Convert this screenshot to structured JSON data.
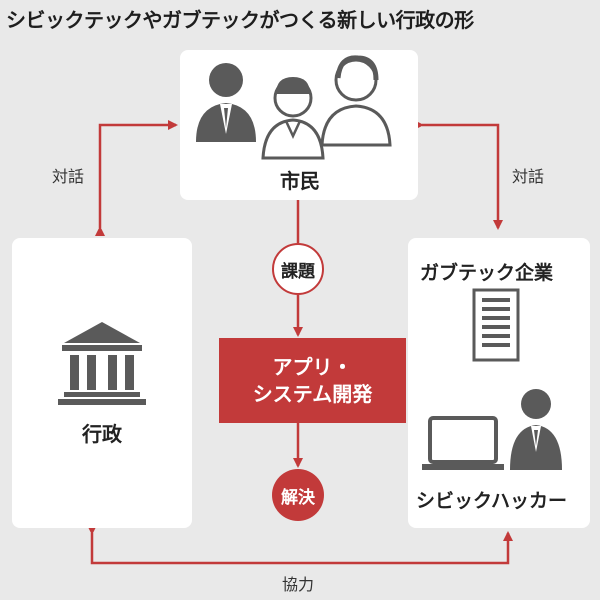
{
  "title": "シビックテックやガブテックがつくる新しい行政の形",
  "nodes": {
    "citizens": "市民",
    "government": "行政",
    "govtech_companies": "ガブテック企業",
    "civic_hackers": "シビックハッカー",
    "issue": "課題",
    "development_line1": "アプリ・",
    "development_line2": "システム開発",
    "solution": "解決"
  },
  "edges": {
    "left_dialogue": "対話",
    "right_dialogue": "対話",
    "bottom_cooperation": "協力"
  },
  "colors": {
    "accent": "#c23a3a",
    "background": "#e9e9e9",
    "icon": "#5a5a5a"
  }
}
